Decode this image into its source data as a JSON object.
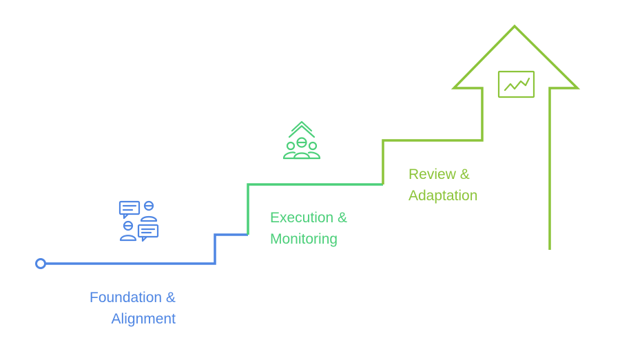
{
  "colors": {
    "foundation": "#4f86e3",
    "execution": "#4ccf7a",
    "review": "#8cc43a"
  },
  "stages": [
    {
      "id": "foundation",
      "line1": "Foundation &",
      "line2": "Alignment",
      "icon": "people-discussion-icon"
    },
    {
      "id": "execution",
      "line1": "Execution &",
      "line2": "Monitoring",
      "icon": "team-growth-icon"
    },
    {
      "id": "review",
      "line1": "Review &",
      "line2": "Adaptation",
      "icon": "trend-chart-icon"
    }
  ]
}
